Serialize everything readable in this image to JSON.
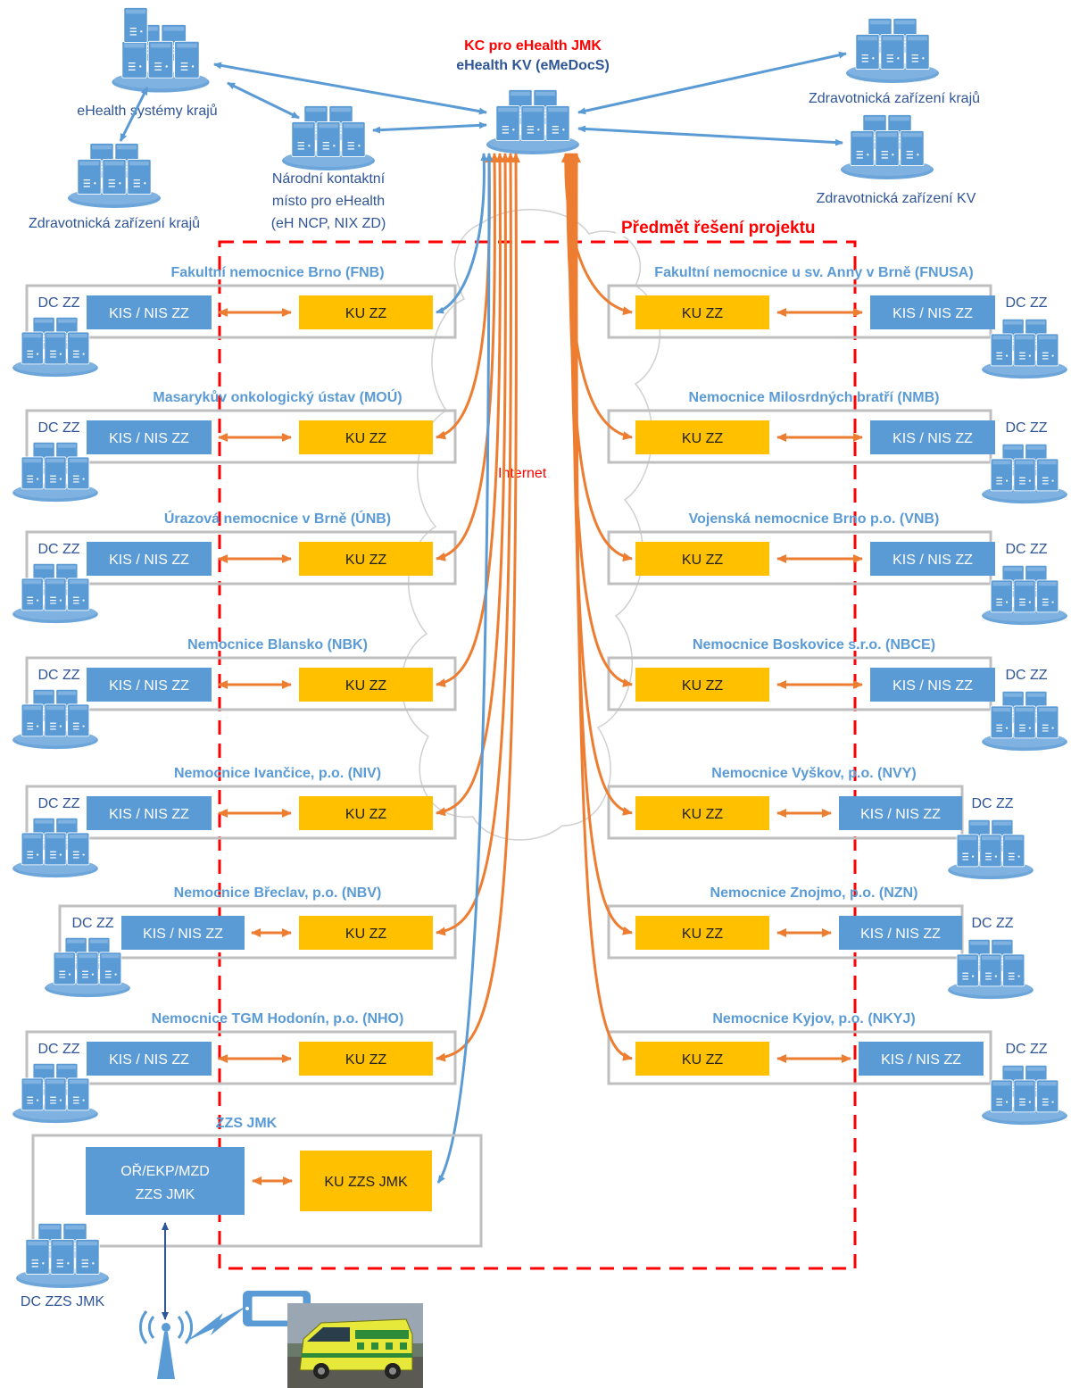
{
  "hub": {
    "line1": "KC pro eHealth JMK",
    "line2": "eHealth KV (eMeDocS)"
  },
  "colors": {
    "blue": "#5b9bd5",
    "blue_dark": "#2f5597",
    "orange": "#ed7d31",
    "yellow": "#ffc000",
    "red": "#ff0000",
    "gray": "#bfbfbf",
    "title_blue": "#5b9bd5"
  },
  "external": {
    "ehealth_kraje": "eHealth systémy krajů",
    "zz_kraju_left": "Zdravotnická zařízení krajů",
    "ncp": [
      "Národní kontaktní",
      "místo pro eHealth",
      "(eH NCP, NIX ZD)"
    ],
    "zz_kraju_right": "Zdravotnická zařízení krajů",
    "zz_kv": "Zdravotnická zařízení KV"
  },
  "project_label": "Předmět řešení projektu",
  "internet_label": "Internet",
  "labels": {
    "dc": "DC ZZ",
    "kis": "KIS / NIS ZZ",
    "ku": "KU ZZ"
  },
  "hospitals_left": [
    {
      "name": "Fakultní nemocnice Brno (FNB)"
    },
    {
      "name": "Masarykův onkologický ústav (MOÚ)"
    },
    {
      "name": "Úrazová nemocnice v Brně (ÚNB)"
    },
    {
      "name": "Nemocnice Blansko (NBK)"
    },
    {
      "name": "Nemocnice Ivančice, p.o. (NIV)"
    },
    {
      "name": "Nemocnice Břeclav, p.o. (NBV)"
    },
    {
      "name": "Nemocnice TGM Hodonín, p.o. (NHO)"
    }
  ],
  "hospitals_right": [
    {
      "name": "Fakultní nemocnice u sv. Anny v Brně (FNUSA)"
    },
    {
      "name": "Nemocnice Milosrdných bratří (NMB)"
    },
    {
      "name": "Vojenská nemocnice Brno p.o. (VNB)"
    },
    {
      "name": "Nemocnice Boskovice s.r.o. (NBCE)"
    },
    {
      "name": "Nemocnice Vyškov, p.o. (NVY)"
    },
    {
      "name": "Nemocnice Znojmo, p.o. (NZN)"
    },
    {
      "name": "Nemocnice Kyjov, p.o. (NKYJ)"
    }
  ],
  "zzs": {
    "title": "ZZS JMK",
    "system": [
      "OŘ/EKP/MZD",
      "ZZS JMK"
    ],
    "ku": "KU ZZS JMK",
    "dc": "DC ZZS JMK"
  }
}
